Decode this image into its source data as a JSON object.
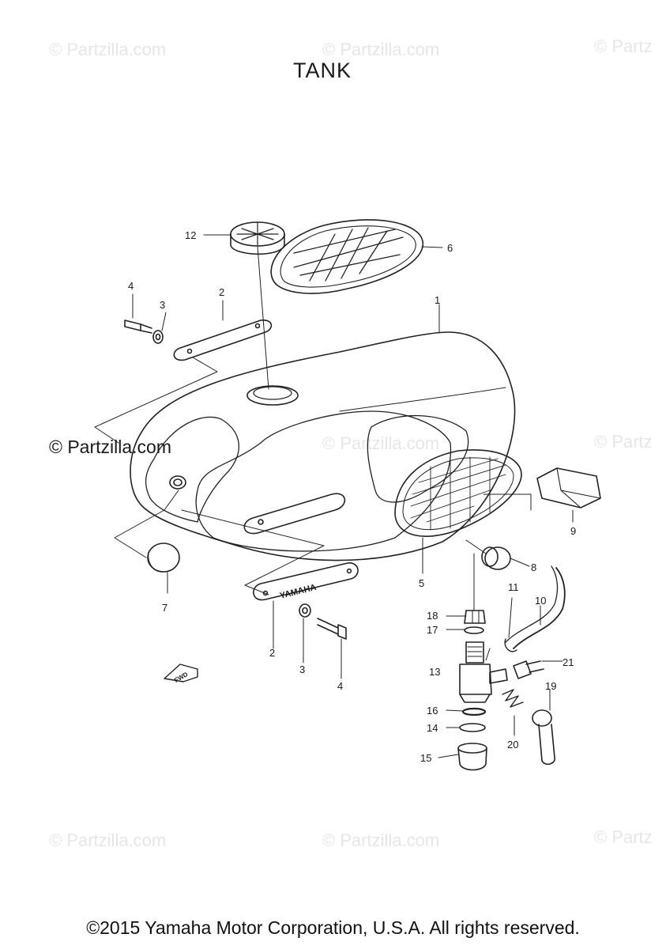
{
  "title": "TANK",
  "watermark_text": "© Partzilla.com",
  "watermark_partial": "© Partz",
  "watermark_dark": "© Partzilla.com",
  "copyright": "©2015 Yamaha Motor Corporation, U.S.A. All rights reserved.",
  "emblem_text": "YAMAHA",
  "fwd_text": "FWD",
  "callouts": [
    "1",
    "2",
    "3",
    "4",
    "5",
    "6",
    "7",
    "8",
    "9",
    "10",
    "11",
    "12",
    "13",
    "14",
    "15",
    "16",
    "17",
    "18",
    "19",
    "20",
    "21"
  ],
  "callouts_repeat": {
    "two": "2",
    "three": "3",
    "four": "4"
  }
}
